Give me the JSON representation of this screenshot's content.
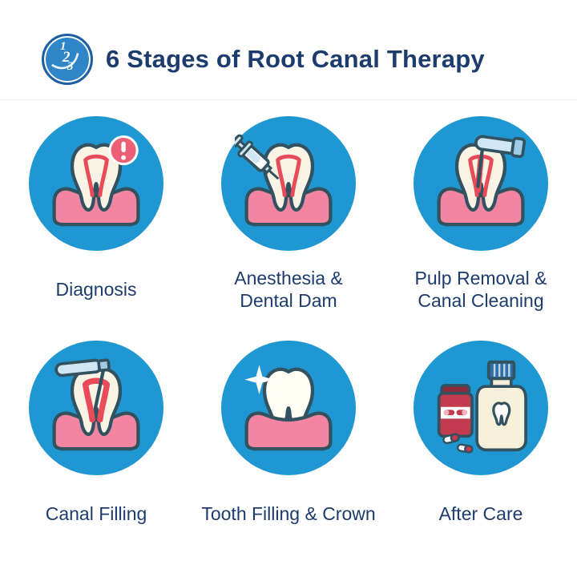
{
  "header": {
    "title": "6 Stages of Root Canal Therapy",
    "logo_digits": [
      "1",
      "2",
      "3"
    ]
  },
  "stages": [
    {
      "label": "Diagnosis",
      "icon": "tooth-alert-icon"
    },
    {
      "label": "Anesthesia &\nDental Dam",
      "icon": "tooth-syringe-icon"
    },
    {
      "label": "Pulp Removal &\nCanal Cleaning",
      "icon": "tooth-pulp-removal-icon"
    },
    {
      "label": "Canal Filling",
      "icon": "tooth-canal-filling-icon"
    },
    {
      "label": "Tooth Filling & Crown",
      "icon": "tooth-crown-sparkle-icon"
    },
    {
      "label": "After Care",
      "icon": "mouthwash-pills-icon"
    }
  ],
  "colors": {
    "circle_blue": "#1e97d2",
    "title_navy": "#1d3c6e",
    "logo_blue": "#2e86c8",
    "outline_dark": "#33525f",
    "gum_pink": "#f285a1",
    "canal_red": "#e84b5a",
    "tooth_cream": "#f8f3e4",
    "badge_red": "#ec5f74",
    "tool_blue": "#cfe6f4",
    "bottle_cream": "#f6efda",
    "pill_red": "#c23b4e"
  }
}
